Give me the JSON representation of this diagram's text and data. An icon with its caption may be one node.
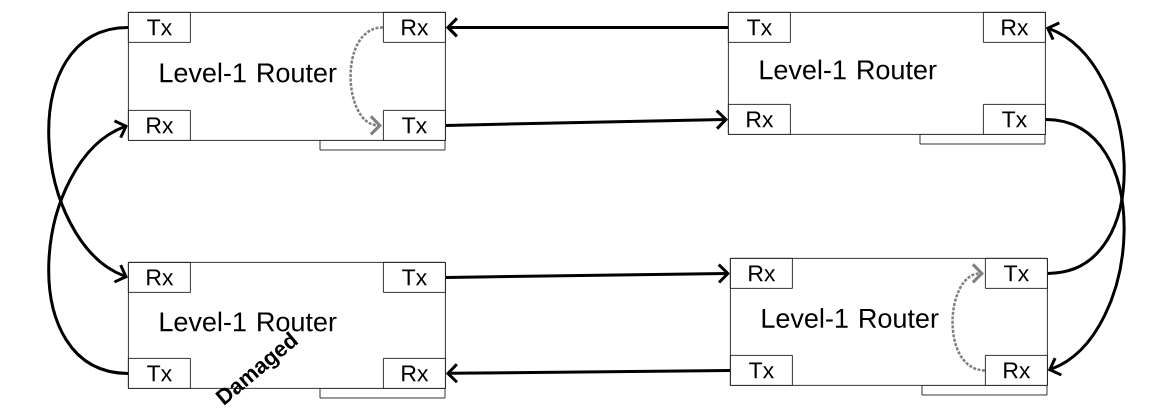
{
  "diagram": {
    "nodes": [
      {
        "text": [
          "Level-1 Router"
        ]
      },
      {
        "text": [
          "Tx"
        ],
        "in": 0
      },
      {
        "text": [
          "Rx"
        ],
        "in": 0
      },
      {
        "text": [
          "Rx"
        ],
        "in": 0
      },
      {
        "text": [
          "Tx"
        ],
        "in": 0
      },
      {
        "text": [
          "Level-1 Router"
        ]
      },
      {
        "text": [
          "Tx"
        ],
        "in": 5
      },
      {
        "text": [
          "Rx"
        ],
        "in": 5
      },
      {
        "text": [
          "Rx"
        ],
        "in": 5
      },
      {
        "text": [
          "Tx"
        ],
        "in": 5
      },
      {
        "text": [
          "Level-1 Router"
        ]
      },
      {
        "text": [
          "Rx"
        ],
        "in": 10
      },
      {
        "text": [
          "Tx"
        ],
        "in": 10
      },
      {
        "text": [
          "Tx"
        ],
        "in": 10
      },
      {
        "text": [
          "Rx"
        ],
        "in": 10
      },
      {
        "text": [
          "Level-1 Router"
        ]
      },
      {
        "text": [
          "Rx"
        ],
        "in": 15
      },
      {
        "text": [
          "Tx"
        ],
        "in": 15
      },
      {
        "text": [
          "Tx"
        ],
        "in": 15
      },
      {
        "text": [
          "Rx"
        ],
        "in": 15
      }
    ],
    "edges": [
      {
        "from": 6,
        "to": 2,
        "arrow": "to"
      },
      {
        "from": 4,
        "to": 8,
        "arrow": "to"
      },
      {
        "from": 1,
        "to": 11,
        "arrow": "to"
      },
      {
        "from": 13,
        "to": 3,
        "arrow": "to"
      },
      {
        "from": 12,
        "to": 16,
        "arrow": "to"
      },
      {
        "from": 18,
        "to": 14,
        "arrow": "to"
      },
      {
        "from": 9,
        "to": 19,
        "arrow": "to"
      },
      {
        "from": 17,
        "to": 7,
        "arrow": "to"
      },
      {
        "from": 2,
        "to": 4,
        "arrow": "to",
        "style": "dashed",
        "color": "#7f7f7f"
      },
      {
        "from": 19,
        "to": 17,
        "arrow": "to",
        "style": "dashed",
        "color": "#7f7f7f"
      }
    ],
    "labels": [
      "Damaged"
    ]
  }
}
